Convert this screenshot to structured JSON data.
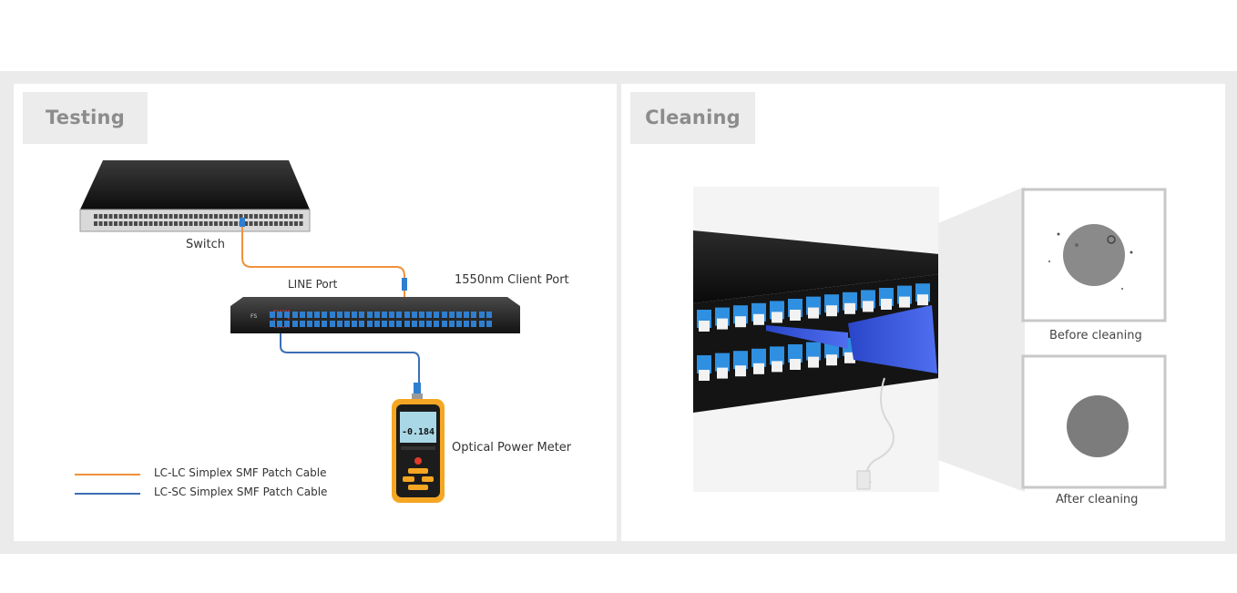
{
  "testing": {
    "title": "Testing",
    "labels": {
      "switch": "Switch",
      "line_port": "LINE Port",
      "client_port": "1550nm Client Port",
      "power_meter": "Optical Power Meter"
    },
    "meter_display": "-0.184",
    "legend": [
      {
        "label": "LC-LC Simplex SMF Patch Cable",
        "color": "#f0913a"
      },
      {
        "label": "LC-SC Simplex SMF Patch Cable",
        "color": "#3b6fb6"
      }
    ]
  },
  "cleaning": {
    "title": "Cleaning",
    "before": "Before cleaning",
    "after": "After cleaning"
  },
  "colors": {
    "frame": "#ebebeb",
    "tag_bg": "#ececec",
    "tag_text": "#8c8c8c",
    "orange_cable": "#f0913a",
    "blue_cable": "#3b6fb6",
    "port_blue": "#2f7fd0"
  }
}
